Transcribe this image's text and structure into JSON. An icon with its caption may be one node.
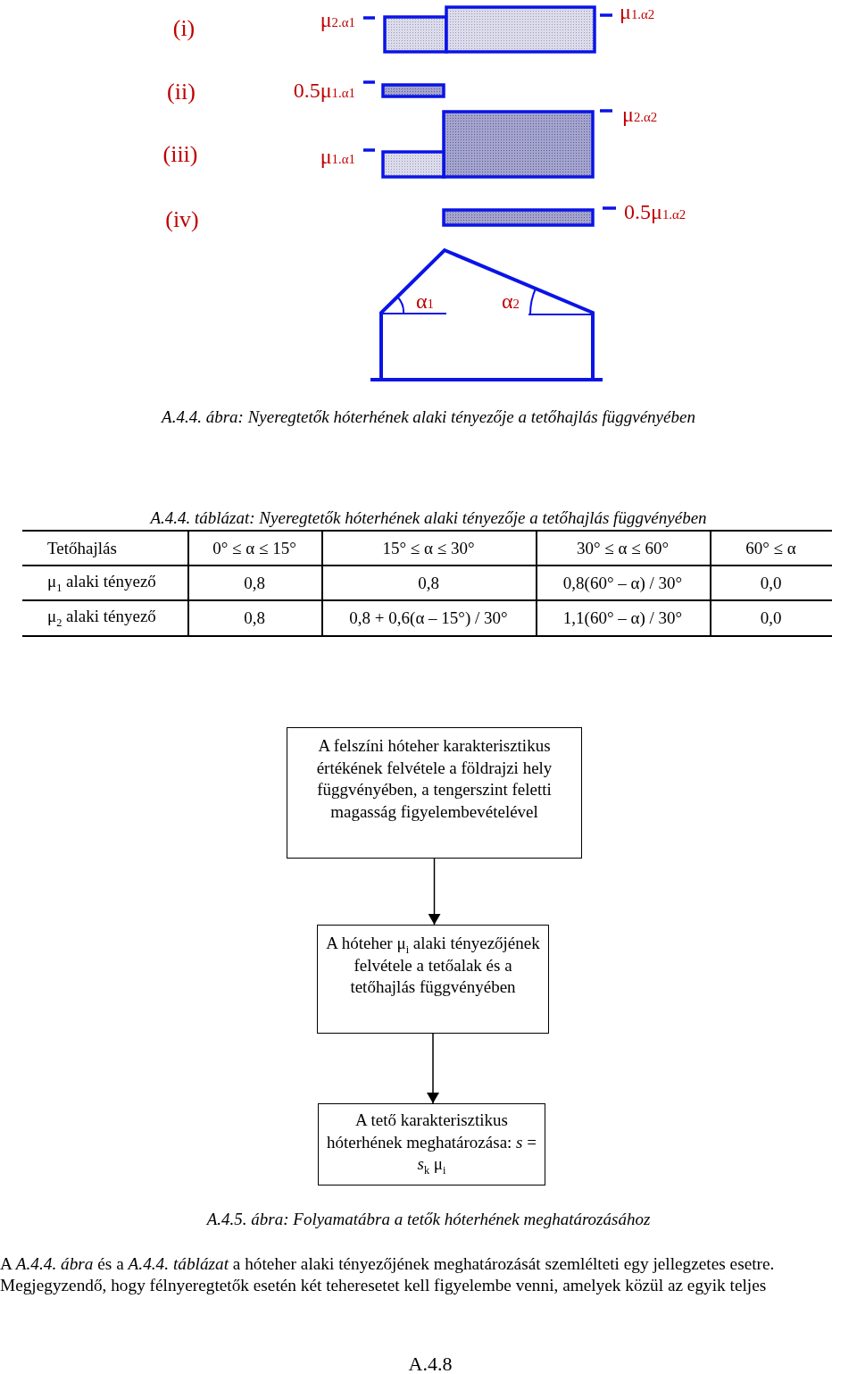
{
  "diagram": {
    "nodes": [
      {
        "text": [
          "A felszíni hóteher karakterisztikus értékének felvétele a földrajzi hely függvényében, a tengerszint feletti magasság figyelembevételével"
        ]
      },
      {
        "text": [
          "A hóteher μ$_{i}$ alaki tényezőjének felvétele a tetőalak és a tetőhajlás függvényében"
        ]
      },
      {
        "text": [
          "A tető karakterisztikus hóterhének meghatározása: *s* = *s*$_{k}$ μ$_{i}$"
        ]
      }
    ],
    "edges": [
      {
        "from": 0,
        "to": 1,
        "arrow": "to"
      },
      {
        "from": 1,
        "to": 2,
        "arrow": "to"
      }
    ],
    "labels": [
      "(i)",
      "μ$_{2.α1}$",
      "μ$_{1.α2}$",
      "(ii)",
      "0.5μ$_{1.α1}$",
      "(iii)",
      "μ$_{2.α2}$",
      "μ$_{1.α1}$",
      "(iv)",
      "0.5μ$_{1.α2}$",
      "α$_{1}$",
      "α$_{2}$",
      "A.4.4. ábra: Nyeregtetők hóterhének alaki tényezője a tetőhajlás függvényében",
      "A.4.4. táblázat: Nyeregtetők hóterhének alaki tényezője a tetőhajlás függvényében",
      "Tetőhajlás",
      "0° ≤ α ≤ 15°",
      "15° ≤ α ≤ 30°",
      "30° ≤ α ≤ 60°",
      "60° ≤ α",
      "μ$_{1}$ alaki tényező",
      "0,8",
      "0,8",
      "0,8(60° – α) / 30°",
      "0,0",
      "μ$_{2}$ alaki tényező",
      "0,8",
      "0,8 + 0,6(α – 15°) / 30°",
      "1,1(60° – α) / 30°",
      "0,0",
      "A.4.5. ábra: Folyamatábra a tetők hóterhének meghatározásához",
      "A *A.4.4. ábra* és a *A.4.4. táblázat* a hóteher alaki tényezőjének meghatározását szemlélteti egy jellegzetes esetre.",
      "Megjegyzendő, hogy félnyeregtetők esetén két teheresetet kell figyelembe venni, amelyek közül az egyik teljes",
      "A.4.8"
    ]
  }
}
